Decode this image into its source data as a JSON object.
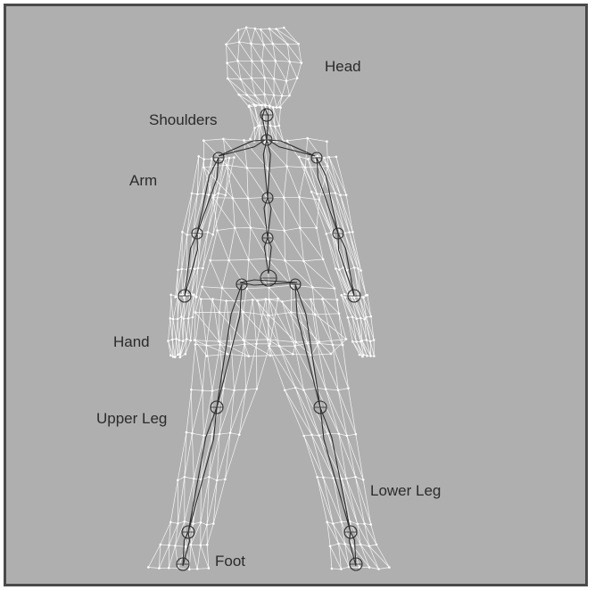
{
  "labels": {
    "head": "Head",
    "shoulders": "Shoulders",
    "arm": "Arm",
    "hand": "Hand",
    "upper_leg": "Upper Leg",
    "lower_leg": "Lower Leg",
    "foot": "Foot"
  },
  "colors": {
    "background": "#afafaf",
    "frame": "#4a4a4a",
    "mesh": "#ffffff",
    "bone": "#2e2e2e",
    "label_text": "#2b2b2b"
  }
}
